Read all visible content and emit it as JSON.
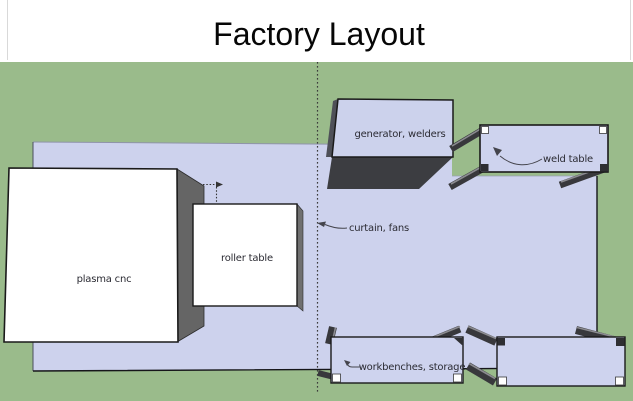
{
  "title": "Factory Layout",
  "labels": {
    "plasma_cnc": "plasma cnc",
    "roller_table": "roller table",
    "generator_welders": "generator, welders",
    "weld_table": "weld table",
    "curtain_fans": "curtain, fans",
    "workbenches_storage": "workbenches, storage"
  },
  "colors": {
    "page_background": "#ffffff",
    "ground_green": "#9abb8b",
    "floor_lavender": "#cdd2ed",
    "table_top": "#ced3ee",
    "machine_white": "#ffffff",
    "machine_side_gray": "#656565",
    "generator_shadow": "#3c3d41",
    "leg_dark": "#38383c",
    "outline_black": "#1a1a1a",
    "label_text": "#2b2b33"
  }
}
